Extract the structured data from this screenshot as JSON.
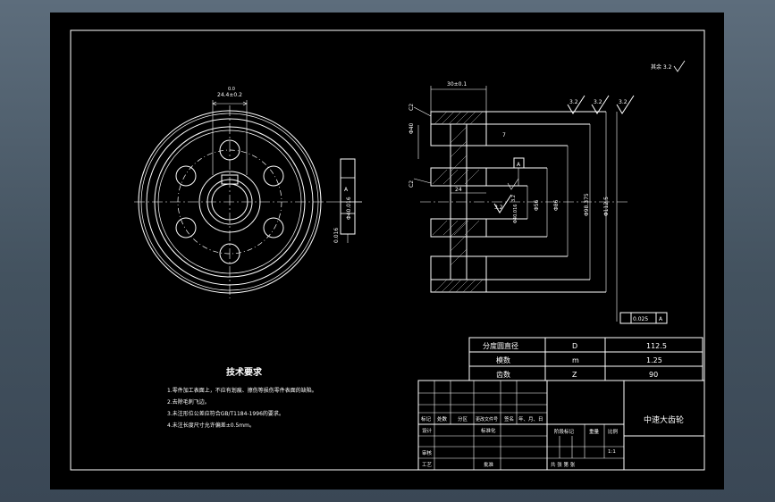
{
  "title": "",
  "colors": {
    "background": "#000000",
    "lines": "#ffffff",
    "frame": "#ffffff",
    "hatch": "#bbbbbb"
  },
  "dimensions": {
    "keyway_top": "24.4±0.2",
    "keyway_tol": "0.0",
    "bore_left": "Φ40.016",
    "runout_left": "0.016",
    "datum_left": "A",
    "width_top": "30±0.1",
    "chamfer_top": "C2",
    "chamfer_mid": "C2",
    "hub_dia": "Φ40",
    "hub_len": "24",
    "rough_1": "3.2",
    "rough_2": "3.2",
    "rough_3": "3.2",
    "rough_4": "3.2",
    "rough_5": "3.2",
    "datum_mid": "A",
    "label_7": "7",
    "d1": "Φ56",
    "d2": "Φ86",
    "d3": "Φ98.375",
    "d4": "Φ112.5",
    "d_bore": "Φ40.016",
    "runout_bottom_val": "0.025",
    "runout_bottom_datum": "A",
    "other_rough": "其余 3.2"
  },
  "tech_req": {
    "title": "技术要求",
    "items": [
      "1.零件加工表面上，不应有划痕、擦伤等损伤零件表面的缺陷。",
      "2.去除毛刺飞边。",
      "3.未注形位公差应符合GB/T1184-1996的要求。",
      "4.未注长度尺寸允许偏差±0.5mm。"
    ]
  },
  "gear_table": {
    "rows": [
      {
        "name": "分度圆直径",
        "symbol": "D",
        "value": "112.5"
      },
      {
        "name": "模数",
        "symbol": "m",
        "value": "1.25"
      },
      {
        "name": "齿数",
        "symbol": "Z",
        "value": "90"
      }
    ]
  },
  "title_block": {
    "part_name": "中速大齿轮",
    "headers": [
      "标记",
      "处数",
      "分区",
      "更改文件号",
      "签名",
      "年、月、日"
    ],
    "design": "设计",
    "standardize": "标准化",
    "review": "审核",
    "process": "工艺",
    "approve": "批准",
    "stage_mark": "阶段标记",
    "weight": "重量",
    "scale": "比例",
    "scale_value": "1:1",
    "sheet_info": "共  张  第  张"
  }
}
